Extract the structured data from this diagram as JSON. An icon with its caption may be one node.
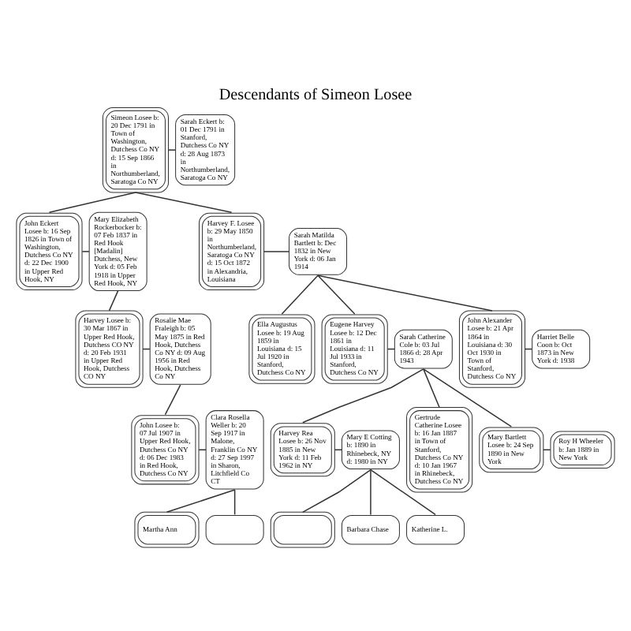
{
  "diagram": {
    "title": "Descendants of Simeon Losee",
    "nodes": [
      {
        "text": [
          "Simeon Losee b: 20 Dec 1791 in Town of Washington, Dutchess Co NY d: 15 Sep 1866 in Northumberland, Saratoga Co NY"
        ]
      },
      {
        "text": [
          "Sarah Eckert b: 01 Dec 1791 in Stanford, Dutchess Co NY d: 28 Aug 1873 in Northumberland, Saratoga Co NY"
        ]
      },
      {
        "text": [
          "John Eckert Losee b: 16 Sep 1826 in Town of Washington, Dutchess Co NY d: 22 Dec 1900 in Upper Red Hook, NY"
        ]
      },
      {
        "text": [
          "Mary Elizabeth Rockerbocker b: 07 Feb 1837 in Red Hook [Madalin] Dutchess, New York d: 05 Feb 1918 in Upper Red Hook, NY"
        ]
      },
      {
        "text": [
          "Harvey F. Losee b: 29 May 1850 in Northumberland, Saratoga Co NY d: 15 Oct 1872 in Alexandria, Louisiana"
        ]
      },
      {
        "text": [
          "Sarah Matilda Bartlett b: Dec 1832 in New York d: 06 Jan 1914"
        ]
      },
      {
        "text": [
          "Harvey Losee b: 30 Mar 1867 in Upper Red Hook, Dutchess CO NY d: 20 Feb 1931 in Upper Red Hook, Dutchess CO NY"
        ]
      },
      {
        "text": [
          "Rosalie Mae Fraleigh b: 05 May 1875 in Red Hook, Dutchess Co NY d: 09 Aug 1956 in Red Hook, Dutchess Co NY"
        ]
      },
      {
        "text": [
          "Ella Augustus Losee b: 19 Aug 1859 in Louisiana d: 15 Jul 1920 in Stanford, Dutchess Co NY"
        ]
      },
      {
        "text": [
          "Eugene Harvey Losee b: 12 Dec 1861 in Louisiana d: 11 Jul 1933 in Stanford, Dutchess Co NY"
        ]
      },
      {
        "text": [
          "Sarah Catherine Cole b: 03 Jul 1866 d: 28 Apr 1943"
        ]
      },
      {
        "text": [
          "John Alexander Losee b: 21 Apr 1864 in Louisiana d: 30 Oct 1930 in Town of Stanford, Dutchess Co NY"
        ]
      },
      {
        "text": [
          "Harriet Belle Coon b: Oct 1873 in New York d: 1938"
        ]
      },
      {
        "text": [
          "John Losee b: 07 Jul 1907 in Upper Red Hook, Dutchess Co NY d: 06 Dec 1983 in Red Hook, Dutchess Co NY"
        ]
      },
      {
        "text": [
          "Clara Rosella Weller b: 20 Sep 1917 in Malone, Franklin Co NY d: 27 Sep 1997 in Sharon, Litchfield Co CT"
        ]
      },
      {
        "text": [
          "Harvey Rea Losee b: 26 Nov 1885 in New York d: 11 Feb 1962 in NY"
        ]
      },
      {
        "text": [
          "Mary E Cotting b: 1890 in Rhinebeck, NY d: 1980 in NY"
        ]
      },
      {
        "text": [
          "Gertrude Catherine Losee b: 16 Jan 1887 in Town of Stanford, Dutchess Co NY d: 10 Jan 1967 in Rhinebeck, Dutchess Co NY"
        ]
      },
      {
        "text": [
          "Mary Bartlett Losee b: 24 Sep 1890 in New York"
        ]
      },
      {
        "text": [
          "Roy H Wheeler b: Jan 1889 in New York"
        ]
      },
      {
        "text": [
          "Martha Ann"
        ]
      },
      {
        "text": [],
        "shape": "box"
      },
      {
        "text": [],
        "shape": "box"
      },
      {
        "text": [
          "Barbara Chase"
        ]
      },
      {
        "text": [
          "Katherine L."
        ]
      }
    ],
    "edges": [
      {
        "from": 0,
        "to": 1,
        "arrow": "none"
      },
      {
        "from": 0,
        "to": 2,
        "arrow": "none"
      },
      {
        "from": 0,
        "to": 4,
        "arrow": "none"
      },
      {
        "from": 2,
        "to": 3,
        "arrow": "none"
      },
      {
        "from": 4,
        "to": 5,
        "arrow": "none"
      },
      {
        "from": 3,
        "to": 6,
        "arrow": "none"
      },
      {
        "from": 5,
        "to": 8,
        "arrow": "none"
      },
      {
        "from": 5,
        "to": 9,
        "arrow": "none"
      },
      {
        "from": 5,
        "to": 11,
        "arrow": "none"
      },
      {
        "from": 6,
        "to": 7,
        "arrow": "none"
      },
      {
        "from": 9,
        "to": 10,
        "arrow": "none"
      },
      {
        "from": 11,
        "to": 12,
        "arrow": "none"
      },
      {
        "from": 7,
        "to": 13,
        "arrow": "none"
      },
      {
        "from": 10,
        "to": 15,
        "arrow": "none"
      },
      {
        "from": 10,
        "to": 17,
        "arrow": "none"
      },
      {
        "from": 10,
        "to": 18,
        "arrow": "none"
      },
      {
        "from": 13,
        "to": 14,
        "arrow": "none"
      },
      {
        "from": 15,
        "to": 16,
        "arrow": "none"
      },
      {
        "from": 18,
        "to": 19,
        "arrow": "none"
      },
      {
        "from": 14,
        "to": 20,
        "arrow": "none"
      },
      {
        "from": 14,
        "to": 21,
        "arrow": "none"
      },
      {
        "from": 16,
        "to": 22,
        "arrow": "none"
      },
      {
        "from": 16,
        "to": 23,
        "arrow": "none"
      },
      {
        "from": 16,
        "to": 24,
        "arrow": "none"
      }
    ]
  }
}
